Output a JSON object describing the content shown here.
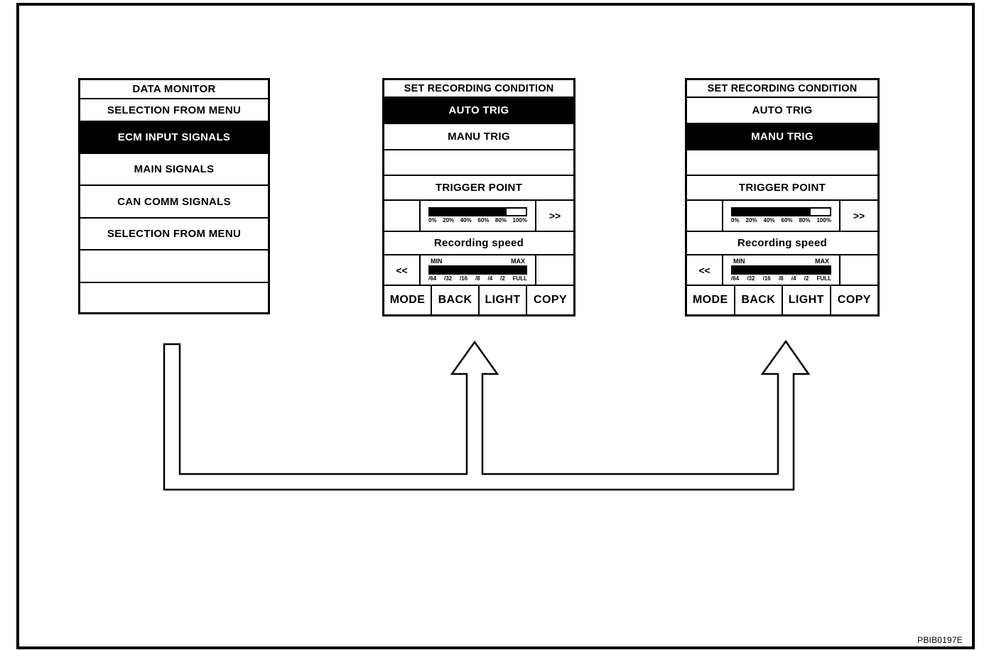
{
  "figure_id": "PBIB0197E",
  "data_monitor_screen": {
    "rows": [
      {
        "label": "DATA MONITOR",
        "selected": false
      },
      {
        "label": "SELECTION FROM MENU",
        "selected": false
      },
      {
        "label": "ECM INPUT SIGNALS",
        "selected": true
      },
      {
        "label": "MAIN SIGNALS",
        "selected": false
      },
      {
        "label": "CAN COMM SIGNALS",
        "selected": false
      },
      {
        "label": "SELECTION FROM MENU",
        "selected": false
      },
      {
        "label": "",
        "selected": false
      },
      {
        "label": "",
        "selected": false
      }
    ]
  },
  "auto_trig_screen": {
    "title": "SET RECORDING CONDITION",
    "auto_trig": {
      "label": "AUTO TRIG",
      "selected": true
    },
    "manu_trig": {
      "label": "MANU TRIG",
      "selected": false
    },
    "trigger_point": {
      "label": "TRIGGER POINT",
      "fill_percent": 80,
      "scale": [
        "0%",
        "20%",
        "40%",
        "60%",
        "80%",
        "100%"
      ],
      "forward_button": ">>"
    },
    "recording_speed": {
      "label": "Recording speed",
      "min": "MIN",
      "max": "MAX",
      "fill_percent": 100,
      "scale": [
        "/64",
        "/32",
        "/16",
        "/8",
        "/4",
        "/2",
        "FULL"
      ],
      "back_button": "<<"
    },
    "function_keys": [
      "MODE",
      "BACK",
      "LIGHT",
      "COPY"
    ]
  },
  "manu_trig_screen": {
    "title": "SET RECORDING CONDITION",
    "auto_trig": {
      "label": "AUTO TRIG",
      "selected": false
    },
    "manu_trig": {
      "label": "MANU TRIG",
      "selected": true
    },
    "trigger_point": {
      "label": "TRIGGER POINT",
      "fill_percent": 80,
      "scale": [
        "0%",
        "20%",
        "40%",
        "60%",
        "80%",
        "100%"
      ],
      "forward_button": ">>"
    },
    "recording_speed": {
      "label": "Recording speed",
      "min": "MIN",
      "max": "MAX",
      "fill_percent": 100,
      "scale": [
        "/64",
        "/32",
        "/16",
        "/8",
        "/4",
        "/2",
        "FULL"
      ],
      "back_button": "<<"
    },
    "function_keys": [
      "MODE",
      "BACK",
      "LIGHT",
      "COPY"
    ]
  }
}
